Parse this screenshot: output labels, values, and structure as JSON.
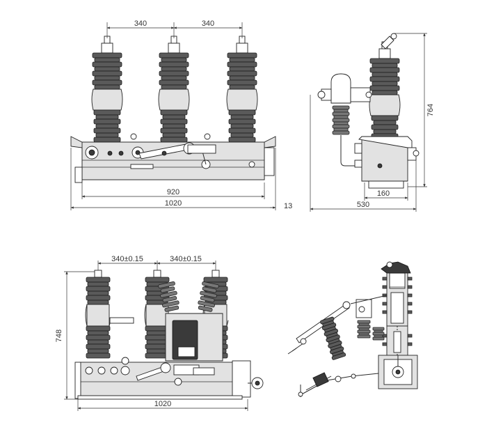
{
  "views": {
    "front_top": {
      "dims": {
        "pitch_left": "340",
        "pitch_right": "340",
        "inner_width": "920",
        "overall_width": "1020",
        "offset": "13"
      }
    },
    "side_top": {
      "dims": {
        "height": "764",
        "bracket": "160",
        "depth": "530"
      }
    },
    "front_bottom": {
      "dims": {
        "pitch_left": "340±0.15",
        "pitch_right": "340±0.15",
        "height": "748",
        "overall_width": "1020"
      }
    },
    "side_bottom": {}
  },
  "colors": {
    "line": "#2a2a2a",
    "insulator": "#5a5a5a",
    "body": "#e2e2e2"
  }
}
